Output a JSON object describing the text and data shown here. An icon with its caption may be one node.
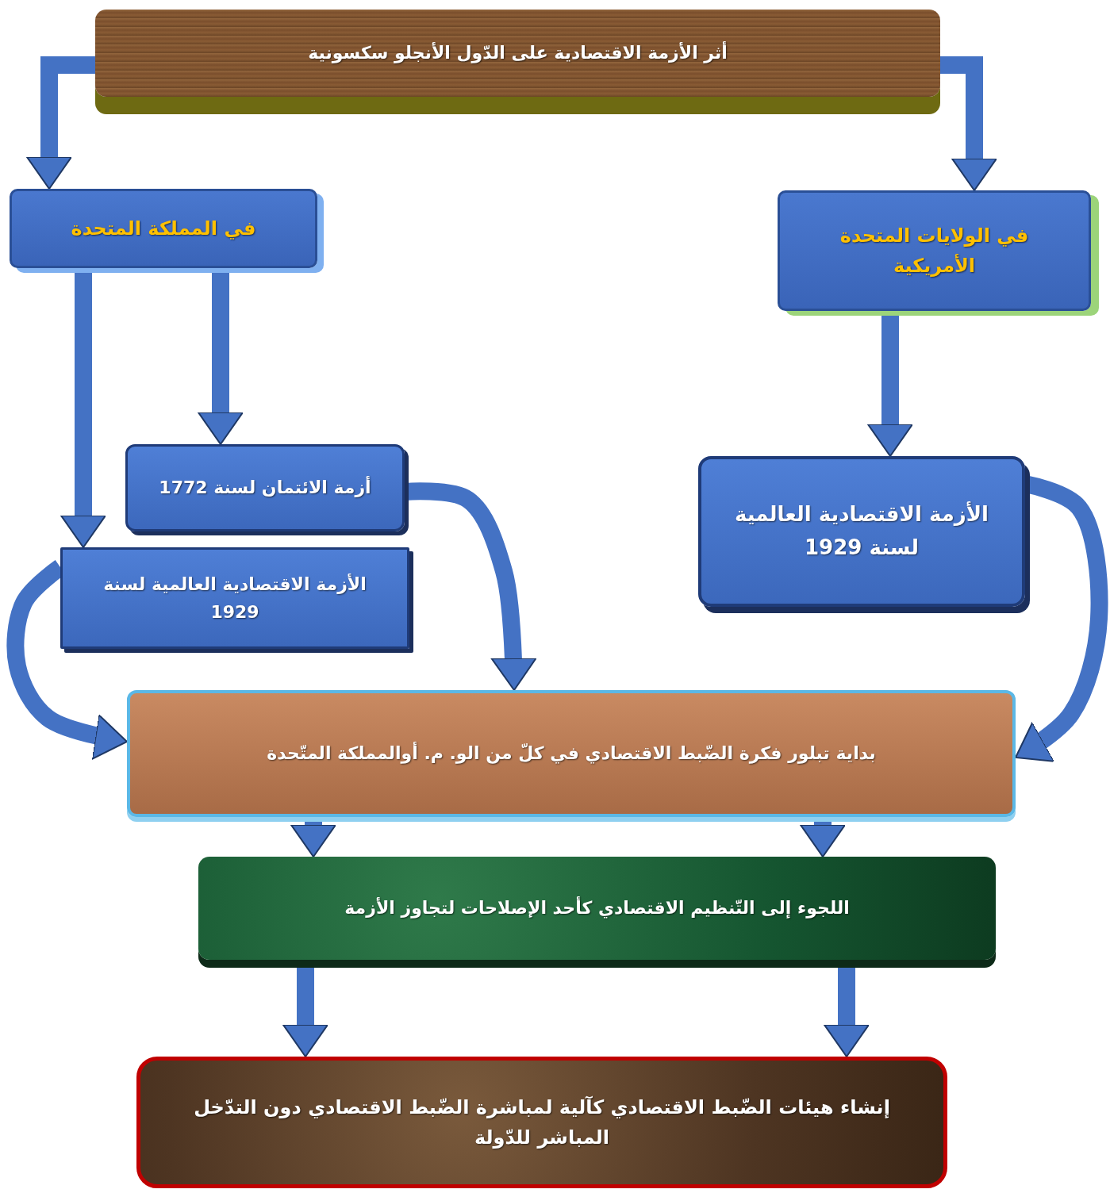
{
  "diagram": {
    "nodes": [
      {
        "text": [
          "أثر الأزمة الاقتصادية على الدّول الأنجلو سكسونية"
        ]
      },
      {
        "text": [
          "في المملكة المتحدة"
        ]
      },
      {
        "text": [
          "في الولايات المتحدة الأمريكية"
        ]
      },
      {
        "text": [
          "أزمة الائتمان لسنة 1772"
        ]
      },
      {
        "text": [
          "الأزمة الاقتصادية العالمية لسنة 1929"
        ]
      },
      {
        "text": [
          "الأزمة الاقتصادية العالمية لسنة 1929"
        ]
      },
      {
        "text": [
          "بداية تبلور فكرة الضّبط الاقتصادي في كلّ من الو. م. أوالمملكة المتّحدة"
        ]
      },
      {
        "text": [
          "اللجوء إلى التّنظيم الاقتصادي كأحد الإصلاحات لتجاوز الأزمة"
        ]
      },
      {
        "text": [
          "إنشاء هيئات الضّبط الاقتصادي كآلية لمباشرة الضّبط الاقتصادي دون التدّخل المباشر للدّولة"
        ]
      }
    ],
    "edges": [
      {
        "from": 0,
        "to": 1,
        "arrow": "to"
      },
      {
        "from": 0,
        "to": 2,
        "arrow": "to"
      },
      {
        "from": 1,
        "to": 4,
        "arrow": "to"
      },
      {
        "from": 1,
        "to": 3,
        "arrow": "to"
      },
      {
        "from": 2,
        "to": 5,
        "arrow": "to"
      },
      {
        "from": 4,
        "to": 6,
        "arrow": "to"
      },
      {
        "from": 3,
        "to": 6,
        "arrow": "to"
      },
      {
        "from": 5,
        "to": 6,
        "arrow": "to"
      },
      {
        "from": 6,
        "to": 7,
        "arrow": "to"
      },
      {
        "from": 6,
        "to": 7,
        "arrow": "to"
      },
      {
        "from": 7,
        "to": 8,
        "arrow": "to"
      },
      {
        "from": 7,
        "to": 8,
        "arrow": "to"
      }
    ]
  }
}
